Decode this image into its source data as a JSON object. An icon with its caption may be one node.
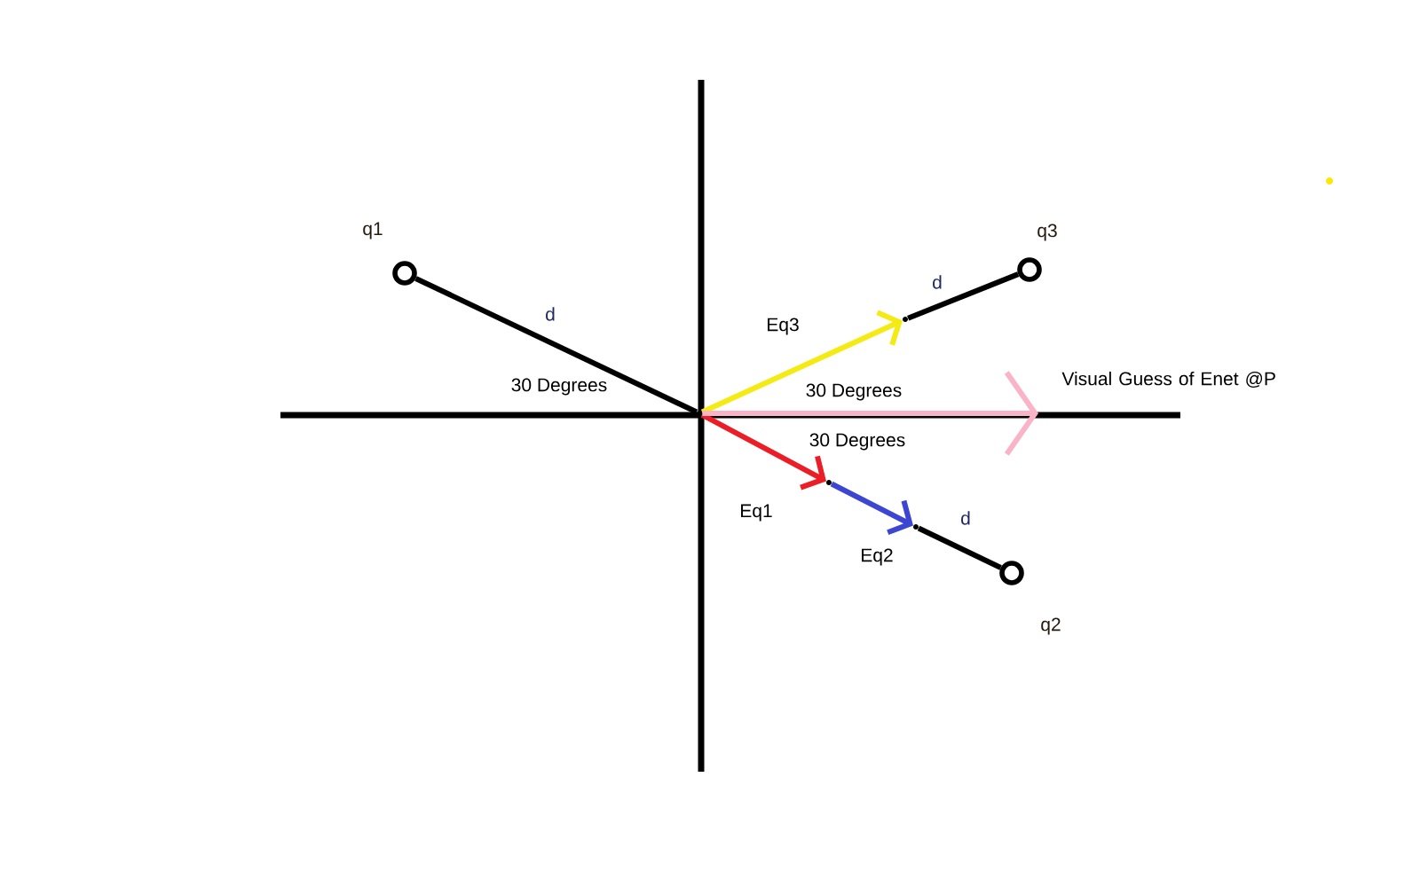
{
  "diagram": {
    "nodes": [
      {
        "text": [],
        "shape": "circle",
        "beside": [
          "q1"
        ]
      },
      {
        "text": [],
        "shape": "circle",
        "beside": [
          "q3"
        ]
      },
      {
        "text": [],
        "shape": "circle",
        "beside": [
          "q2"
        ]
      },
      {
        "text": [],
        "shape": "point"
      },
      {
        "text": [],
        "shape": "point"
      },
      {
        "text": [],
        "shape": "point"
      },
      {
        "text": [],
        "shape": "point"
      }
    ],
    "edges": [
      {
        "from": 0,
        "to": 3,
        "arrow": "none",
        "label": "d"
      },
      {
        "from": 1,
        "to": 5,
        "arrow": "none",
        "label": "d"
      },
      {
        "from": 2,
        "to": 6,
        "arrow": "none",
        "label": "d"
      },
      {
        "from": 3,
        "to": 5,
        "arrow": "to",
        "label": "Eq3",
        "color": "#f5eb14"
      },
      {
        "from": 3,
        "to": 4,
        "arrow": "to",
        "label": "Eq1",
        "color": "#eb1e28"
      },
      {
        "from": 4,
        "to": 6,
        "arrow": "to",
        "label": "Eq2",
        "color": "#3c46d2"
      },
      {
        "from": 3,
        "to": null,
        "arrow": "to",
        "color": "#fab4c8"
      }
    ],
    "labels": [
      "30 Degrees",
      "30 Degrees",
      "Visual Guess of Enet @P",
      "30 Degrees"
    ]
  }
}
